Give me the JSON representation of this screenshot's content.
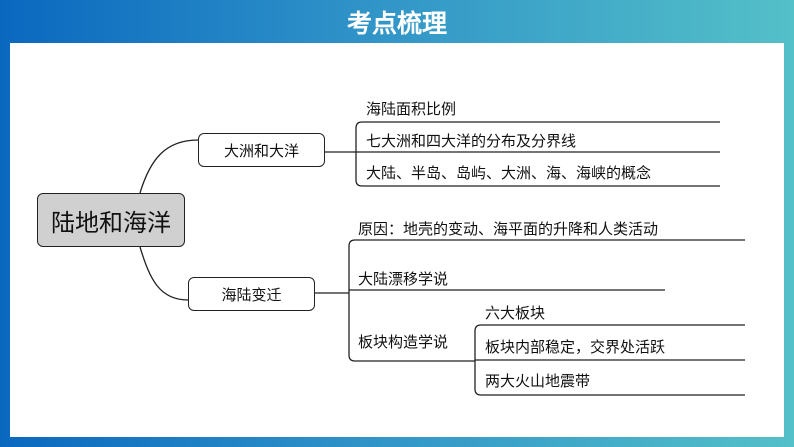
{
  "header": {
    "title": "考点梳理"
  },
  "root": "陆地和海洋",
  "branches": [
    {
      "label": "大洲和大洋",
      "items": [
        "海陆面积比例",
        "七大洲和四大洋的分布及分界线",
        "大陆、半岛、岛屿、大洲、海、海峡的概念"
      ]
    },
    {
      "label": "海陆变迁",
      "items": [
        "原因：地壳的变动、海平面的升降和人类活动",
        "大陆漂移学说",
        "板块构造学说"
      ],
      "sub": [
        "六大板块",
        "板块内部稳定，交界处活跃",
        "两大火山地震带"
      ]
    }
  ]
}
